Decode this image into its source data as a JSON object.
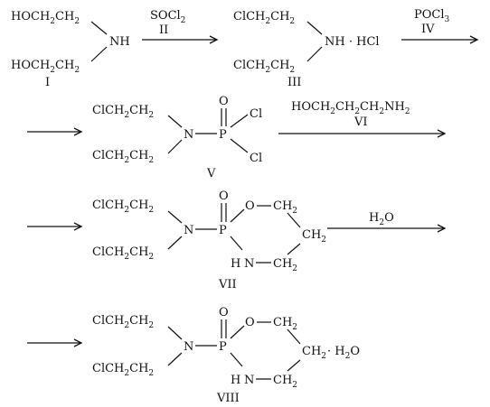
{
  "row1": {
    "reactant": {
      "upper": [
        "HOCH",
        "2",
        "CH",
        "2"
      ],
      "lower": [
        "HOCH",
        "2",
        "CH",
        "2"
      ],
      "nh": "NH",
      "label": "I"
    },
    "arrow1": {
      "reagent": [
        "SOCl",
        "2"
      ],
      "step": "II"
    },
    "product": {
      "upper": [
        "ClCH",
        "2",
        "CH",
        "2"
      ],
      "lower": [
        "ClCH",
        "2",
        "CH",
        "2"
      ],
      "nh": "NH · HCl",
      "label": "III"
    },
    "arrow2": {
      "reagent": [
        "POCl",
        "3"
      ],
      "step": "IV"
    }
  },
  "row2": {
    "upper": [
      "ClCH",
      "2",
      "CH",
      "2"
    ],
    "lower": [
      "ClCH",
      "2",
      "CH",
      "2"
    ],
    "n": "N",
    "p": "P",
    "o": "O",
    "cl_top": "Cl",
    "cl_bottom": "Cl",
    "label": "V",
    "arrow": {
      "reagent": [
        "HOCH",
        "2",
        "CH",
        "2",
        "CH",
        "2",
        "NH",
        "2"
      ],
      "step": "VI"
    }
  },
  "row3": {
    "upper": [
      "ClCH",
      "2",
      "CH",
      "2"
    ],
    "lower": [
      "ClCH",
      "2",
      "CH",
      "2"
    ],
    "n": "N",
    "p": "P",
    "o_dbl": "O",
    "o_ring": "O",
    "ring_top": [
      "CH",
      "2"
    ],
    "ring_mid": [
      "CH",
      "2"
    ],
    "ring_nh": "N",
    "ring_h": "H",
    "ring_bottom": [
      "CH",
      "2"
    ],
    "label": "VII",
    "arrow": {
      "reagent": [
        "H",
        "2",
        "O"
      ]
    }
  },
  "row4": {
    "upper": [
      "ClCH",
      "2",
      "CH",
      "2"
    ],
    "lower": [
      "ClCH",
      "2",
      "CH",
      "2"
    ],
    "n": "N",
    "p": "P",
    "o_dbl": "O",
    "o_ring": "O",
    "ring_top": [
      "CH",
      "2"
    ],
    "ring_mid": [
      "CH",
      "2"
    ],
    "hydrate": [
      "· H",
      "2",
      "O"
    ],
    "ring_nh": "N",
    "ring_h": "H",
    "ring_bottom": [
      "CH",
      "2"
    ],
    "label": "VIII"
  }
}
